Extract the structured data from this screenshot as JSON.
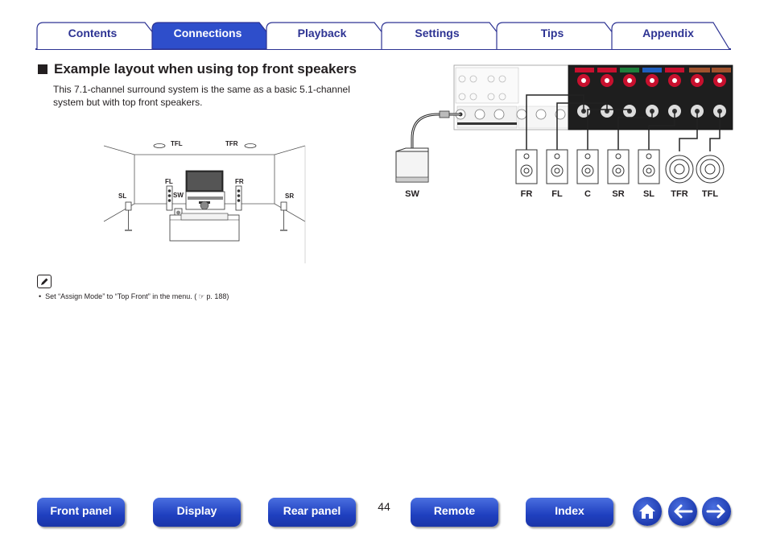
{
  "tabs": [
    {
      "label": "Contents",
      "active": false
    },
    {
      "label": "Connections",
      "active": true
    },
    {
      "label": "Playback",
      "active": false
    },
    {
      "label": "Settings",
      "active": false
    },
    {
      "label": "Tips",
      "active": false
    },
    {
      "label": "Appendix",
      "active": false
    }
  ],
  "section": {
    "title": "Example layout when using top front speakers",
    "intro": "This 7.1-channel surround system is the same as a basic 5.1-channel system but with top front speakers."
  },
  "room_labels": {
    "tfl": "TFL",
    "tfr": "TFR",
    "fl": "FL",
    "fr": "FR",
    "sl": "SL",
    "sr": "SR",
    "sw": "SW"
  },
  "connection": {
    "subwoofer_label": "SW",
    "speaker_labels": [
      "FR",
      "FL",
      "C",
      "SR",
      "SL",
      "TFR",
      "TFL"
    ]
  },
  "note": {
    "prefix": "Set “Assign Mode” to “Top Front” in the menu.  (",
    "page_ref": "p. 188)"
  },
  "footer": {
    "front_panel": "Front panel",
    "display": "Display",
    "rear_panel": "Rear panel",
    "page_number": "44",
    "remote": "Remote",
    "index": "Index"
  },
  "colors": {
    "tab_active": "#2e4ecb",
    "tab_text": "#2d3393",
    "tab_line": "#2d3393",
    "button_blue": "#1f3fbf",
    "terminal_red": "#c8102e"
  },
  "icons": {
    "note": "pencil-icon",
    "page_ref": "pointing-hand-icon",
    "home": "home-icon",
    "back": "arrow-left-icon",
    "forward": "arrow-right-icon"
  }
}
